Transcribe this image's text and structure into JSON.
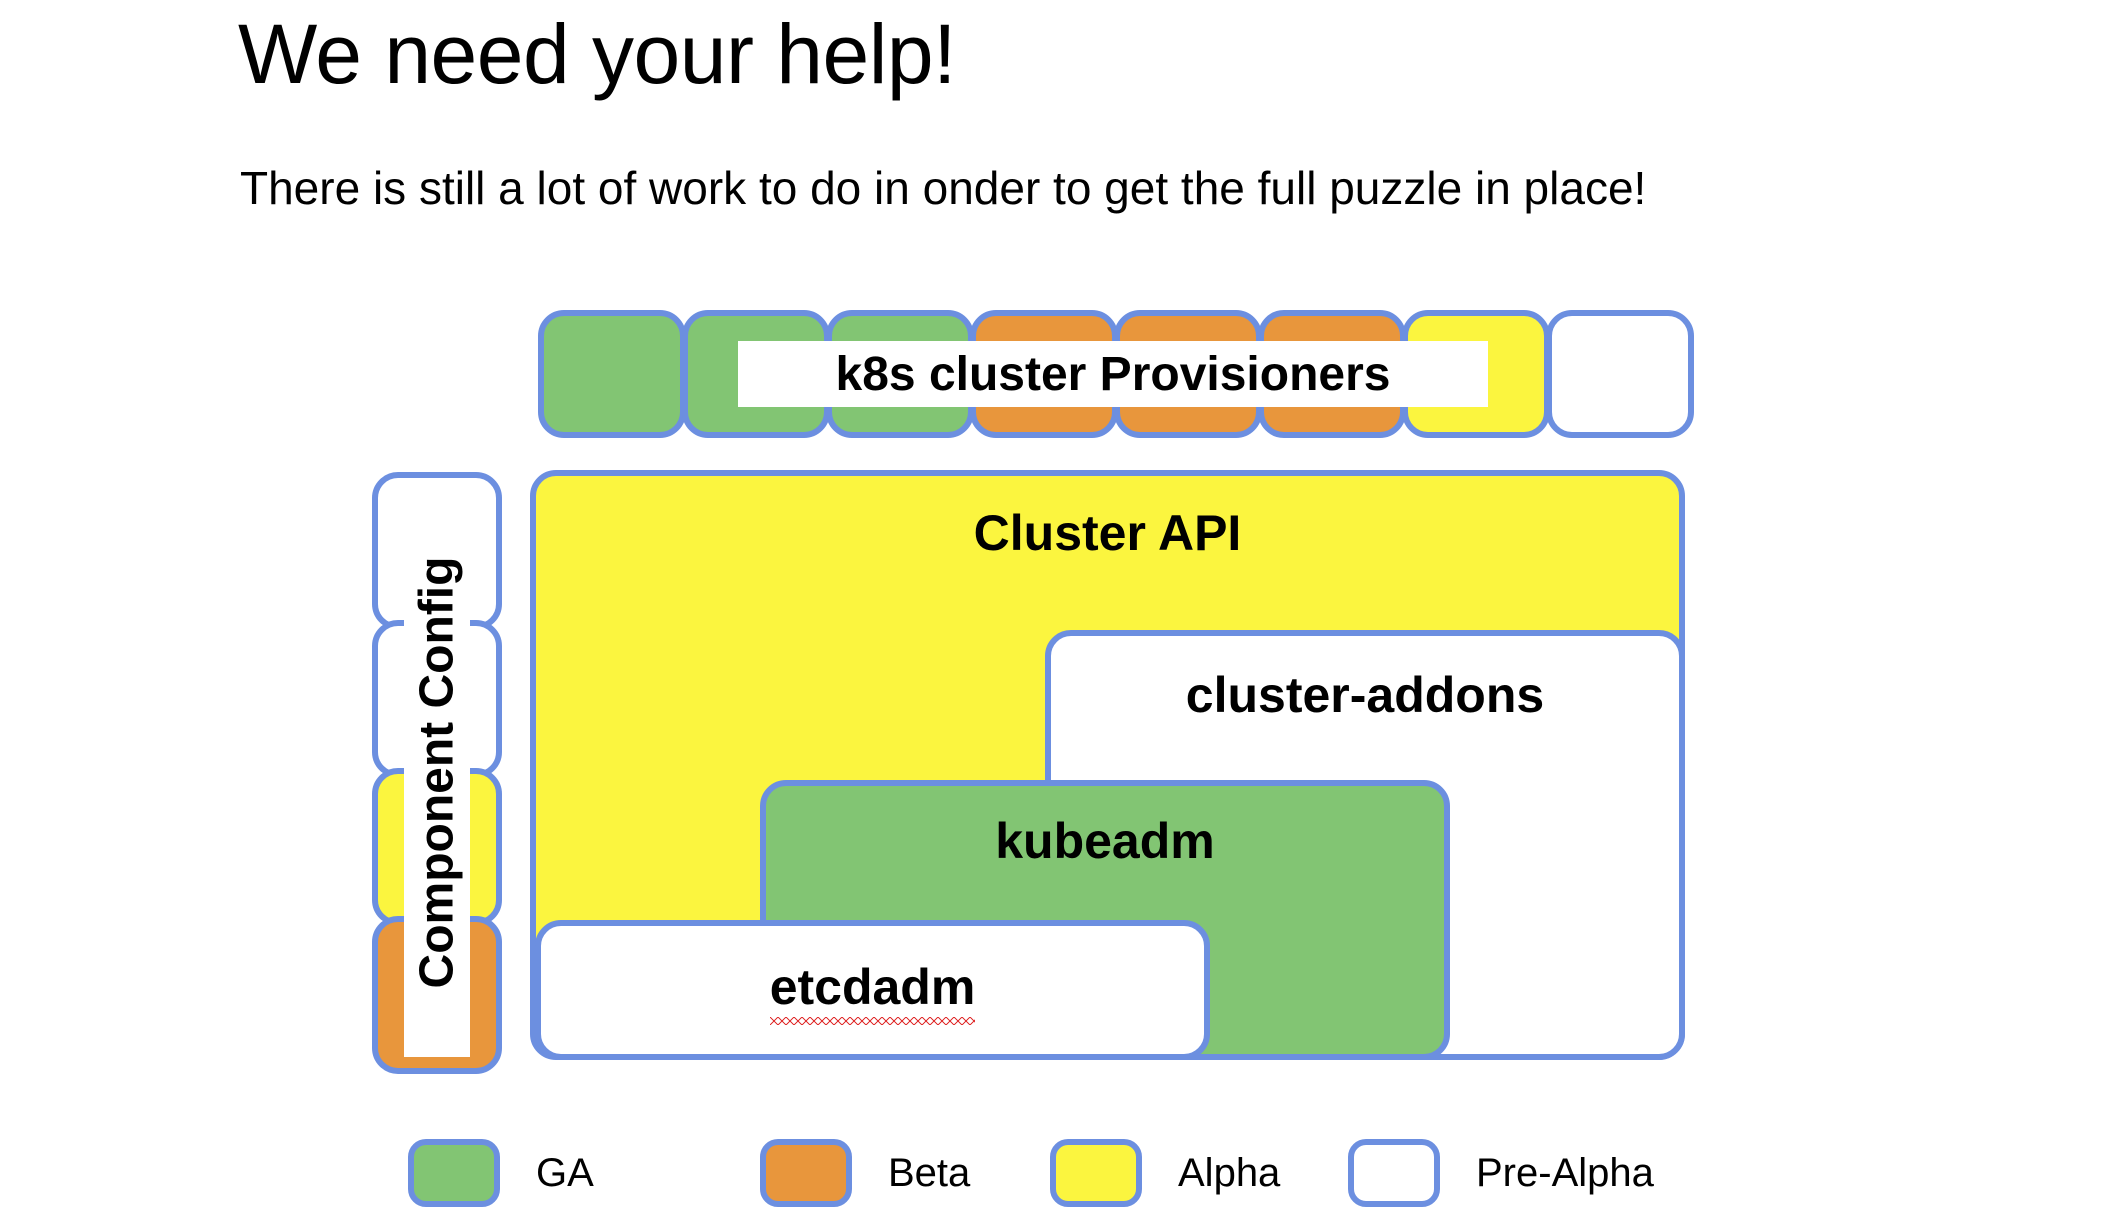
{
  "slide": {
    "title": "We need your help!",
    "subtitle": "There is still a lot of work to do in onder to get the full puzzle in place!"
  },
  "colors": {
    "border": "#6C8FE0",
    "ga": "#82C573",
    "beta": "#E8963C",
    "alpha": "#FBF53F",
    "pre_alpha": "#FFFFFF",
    "spell_error_underline": "#E03030"
  },
  "provisioners": {
    "banner_label": "k8s cluster Provisioners",
    "boxes": [
      {
        "status": "GA"
      },
      {
        "status": "GA"
      },
      {
        "status": "GA"
      },
      {
        "status": "Beta"
      },
      {
        "status": "Beta"
      },
      {
        "status": "Beta"
      },
      {
        "status": "Alpha"
      },
      {
        "status": "Pre-Alpha"
      }
    ]
  },
  "component_config": {
    "banner_label": "Component Config",
    "boxes": [
      {
        "status": "Pre-Alpha"
      },
      {
        "status": "Pre-Alpha"
      },
      {
        "status": "Alpha"
      },
      {
        "status": "Beta"
      }
    ]
  },
  "stack": {
    "cluster_api": {
      "label": "Cluster API",
      "status": "Alpha"
    },
    "cluster_addons": {
      "label": "cluster-addons",
      "status": "Pre-Alpha"
    },
    "kubeadm": {
      "label": "kubeadm",
      "status": "GA"
    },
    "etcdadm": {
      "label": "etcdadm",
      "status": "Pre-Alpha",
      "spell_checked": true
    }
  },
  "legend": {
    "items": [
      {
        "label": "GA",
        "status": "GA"
      },
      {
        "label": "Beta",
        "status": "Beta"
      },
      {
        "label": "Alpha",
        "status": "Alpha"
      },
      {
        "label": "Pre-Alpha",
        "status": "Pre-Alpha"
      }
    ]
  }
}
